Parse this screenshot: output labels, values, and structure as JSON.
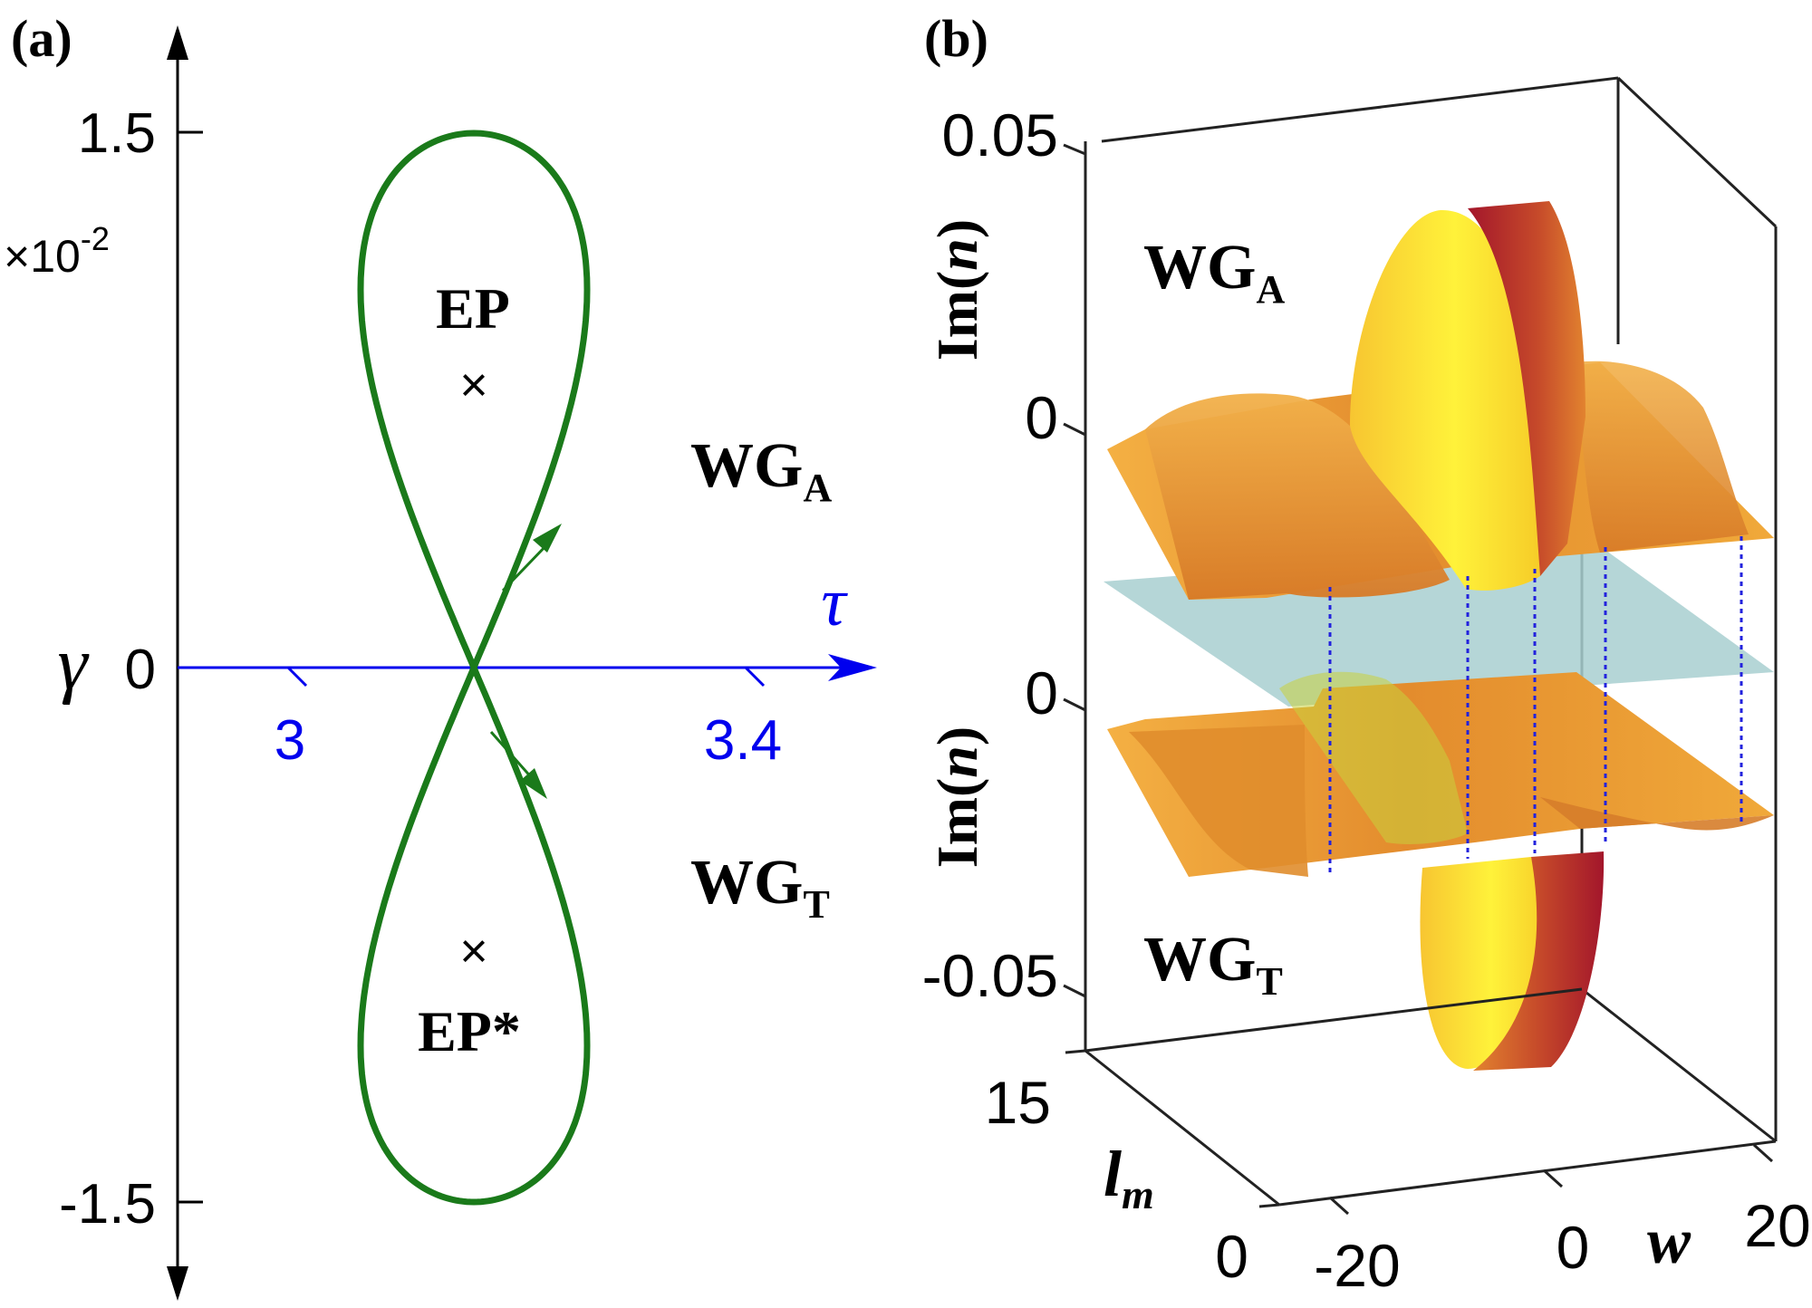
{
  "panel_a": {
    "label": "(a)",
    "y_axis_symbol": "γ",
    "x_axis_symbol": "τ",
    "y_multiplier_prefix": "×10",
    "y_multiplier_exp": "-2",
    "y_ticks": [
      "1.5",
      "0",
      "-1.5"
    ],
    "x_ticks": [
      "3",
      "3.4"
    ],
    "ep_label": "EP",
    "ep_star_label": "EP*",
    "wga_main": "WG",
    "wga_sub": "A",
    "wgt_main": "WG",
    "wgt_sub": "T",
    "ep_marker": "×",
    "ep_star_marker": "×"
  },
  "panel_b": {
    "label": "(b)",
    "z_ticks_top": [
      "0.05",
      "0"
    ],
    "z_ticks_bottom": [
      "0",
      "-0.05"
    ],
    "z_label_prefix": "Im(",
    "z_label_var": "n",
    "z_label_suffix": ")",
    "lm_main": "l",
    "lm_sub": "m",
    "lm_ticks": [
      "15",
      "0"
    ],
    "w_label": "w",
    "w_ticks": [
      "-20",
      "0",
      "20"
    ],
    "wga_main": "WG",
    "wga_sub": "A",
    "wgt_main": "WG",
    "wgt_sub": "T"
  },
  "colors": {
    "curve": "#1a7a1a",
    "tau_axis": "#0000ee",
    "surface_light": "#ffe033",
    "surface_mid": "#f2a93b",
    "surface_dark": "#a3162b",
    "plane": "#a8cfd0"
  }
}
